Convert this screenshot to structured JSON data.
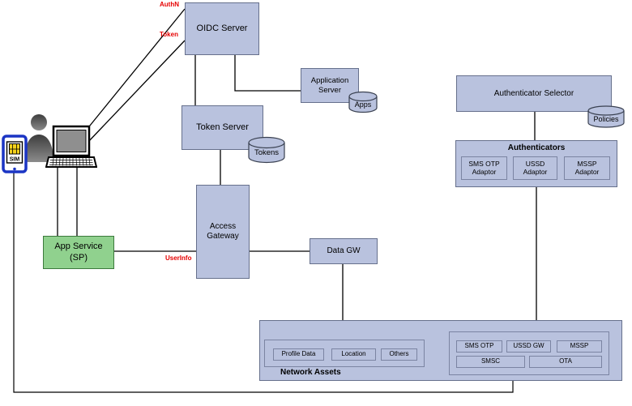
{
  "colors": {
    "node_fill": "#b9c2de",
    "node_border": "#66708c",
    "inner_border": "#7b84a2",
    "green_fill": "#90d18e",
    "green_border": "#3c7a3c",
    "red_label": "#e60000",
    "connector": "#000000",
    "cylinder_stroke": "#3a4151"
  },
  "nodes": {
    "oidc_server": "OIDC Server",
    "application_server": "Application Server",
    "apps_store": "Apps",
    "token_server": "Token Server",
    "tokens_store": "Tokens",
    "access_gateway": "Access Gateway",
    "data_gw": "Data GW",
    "authenticator_selector": "Authenticator Selector",
    "policies_store": "Policies",
    "app_service": "App Service (SP)"
  },
  "authenticators": {
    "title": "Authenticators",
    "adaptors": [
      "SMS OTP Adaptor",
      "USSD Adaptor",
      "MSSP Adaptor"
    ]
  },
  "network_assets": {
    "title": "Network Assets",
    "data_assets": [
      "Profile Data",
      "Location",
      "Others"
    ],
    "messaging_assets_row1": [
      "SMS OTP",
      "USSD GW",
      "MSSP"
    ],
    "messaging_assets_row2": [
      "SMSC",
      "OTA"
    ]
  },
  "edge_labels": {
    "authn": "AuthN",
    "token": "Token",
    "userinfo": "UserInfo"
  },
  "device": {
    "sim_label": "SIM"
  }
}
